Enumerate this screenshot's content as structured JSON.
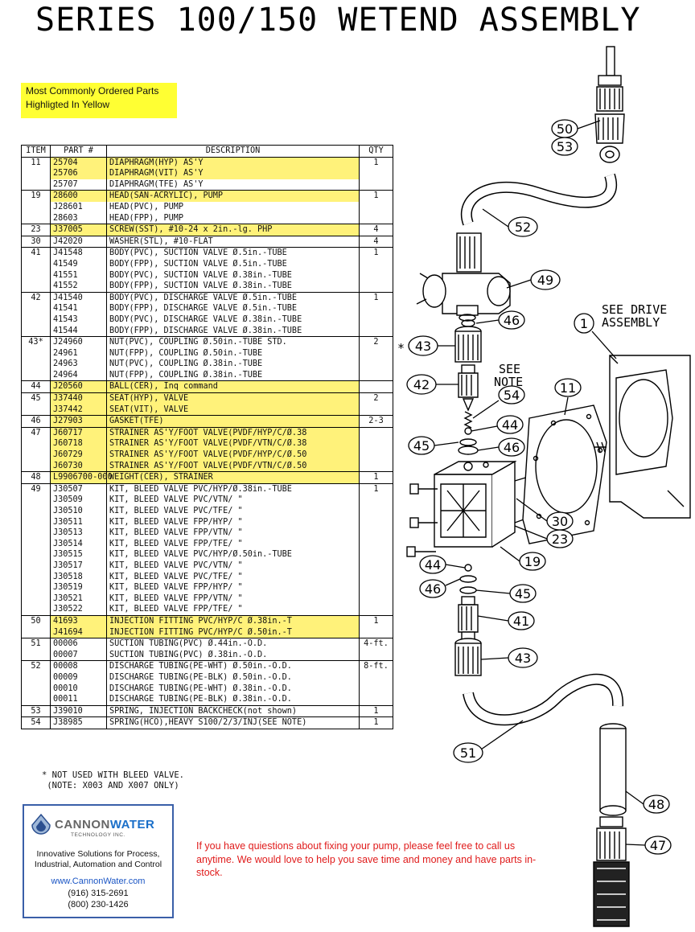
{
  "title": "SERIES 100/150 WETEND ASSEMBLY",
  "highlight_note": [
    "Most Commonly Ordered Parts",
    "Highligted In Yellow"
  ],
  "colors": {
    "highlight": "#fff27a",
    "note_bg": "#ffff33",
    "red_text": "#e01b1b",
    "brand_blue": "#1a6fc9"
  },
  "table": {
    "headers": {
      "item": "ITEM",
      "part": "PART #",
      "desc": "DESCRIPTION",
      "qty": "QTY"
    },
    "rows": [
      {
        "item": "11",
        "part": "25704",
        "desc": "DIAPHRAGM(HYP) AS'Y",
        "qty": "1",
        "hl": true,
        "grp": true
      },
      {
        "item": "",
        "part": "25706",
        "desc": "DIAPHRAGM(VIT) AS'Y",
        "qty": "",
        "hl": true
      },
      {
        "item": "",
        "part": "25707",
        "desc": "DIAPHRAGM(TFE) AS'Y",
        "qty": ""
      },
      {
        "item": "19",
        "part": "28600",
        "desc": "HEAD(SAN-ACRYLIC), PUMP",
        "qty": "1",
        "hl": true,
        "grp": true
      },
      {
        "item": "",
        "part": "J28601",
        "desc": "HEAD(PVC), PUMP",
        "qty": ""
      },
      {
        "item": "",
        "part": "28603",
        "desc": "HEAD(FPP), PUMP",
        "qty": ""
      },
      {
        "item": "23",
        "part": "J37005",
        "desc": "SCREW(SST), #10-24 x 2in.-lg. PHP",
        "qty": "4",
        "hl": true,
        "grp": true
      },
      {
        "item": "30",
        "part": "J42020",
        "desc": "WASHER(STL), #10-FLAT",
        "qty": "4",
        "grp": true
      },
      {
        "item": "41",
        "part": "J41548",
        "desc": "BODY(PVC), SUCTION VALVE Ø.5in.-TUBE",
        "qty": "1",
        "grp": true
      },
      {
        "item": "",
        "part": "41549",
        "desc": "BODY(FPP), SUCTION VALVE Ø.5in.-TUBE",
        "qty": ""
      },
      {
        "item": "",
        "part": "41551",
        "desc": "BODY(PVC), SUCTION VALVE Ø.38in.-TUBE",
        "qty": ""
      },
      {
        "item": "",
        "part": "41552",
        "desc": "BODY(FPP), SUCTION VALVE Ø.38in.-TUBE",
        "qty": ""
      },
      {
        "item": "42",
        "part": "J41540",
        "desc": "BODY(PVC), DISCHARGE VALVE Ø.5in.-TUBE",
        "qty": "1",
        "grp": true
      },
      {
        "item": "",
        "part": "41541",
        "desc": "BODY(FPP), DISCHARGE VALVE Ø.5in.-TUBE",
        "qty": ""
      },
      {
        "item": "",
        "part": "41543",
        "desc": "BODY(PVC), DISCHARGE VALVE Ø.38in.-TUBE",
        "qty": ""
      },
      {
        "item": "",
        "part": "41544",
        "desc": "BODY(FPP), DISCHARGE VALVE Ø.38in.-TUBE",
        "qty": ""
      },
      {
        "item": "43*",
        "part": "J24960",
        "desc": "NUT(PVC), COUPLING Ø.50in.-TUBE STD.",
        "qty": "2",
        "grp": true
      },
      {
        "item": "",
        "part": "24961",
        "desc": "NUT(FPP), COUPLING Ø.50in.-TUBE",
        "qty": ""
      },
      {
        "item": "",
        "part": "24963",
        "desc": "NUT(PVC), COUPLING Ø.38in.-TUBE",
        "qty": ""
      },
      {
        "item": "",
        "part": "24964",
        "desc": "NUT(FPP), COUPLING Ø.38in.-TUBE",
        "qty": ""
      },
      {
        "item": "44",
        "part": "J20560",
        "desc": "BALL(CER), Inq command",
        "qty": "",
        "hl": true,
        "grp": true
      },
      {
        "item": "45",
        "part": "J37440",
        "desc": "SEAT(HYP), VALVE",
        "qty": "2",
        "hl": true,
        "grp": true
      },
      {
        "item": "",
        "part": "J37442",
        "desc": "SEAT(VIT), VALVE",
        "qty": "",
        "hl": true
      },
      {
        "item": "46",
        "part": "J27903",
        "desc": "GASKET(TFE)",
        "qty": "2-3",
        "hl": true,
        "grp": true
      },
      {
        "item": "47",
        "part": "J60717",
        "desc": "STRAINER AS'Y/FOOT VALVE(PVDF/HYP/C/Ø.38",
        "qty": "",
        "hl": true,
        "grp": true
      },
      {
        "item": "",
        "part": "J60718",
        "desc": "STRAINER AS'Y/FOOT VALVE(PVDF/VTN/C/Ø.38",
        "qty": "",
        "hl": true
      },
      {
        "item": "",
        "part": "J60729",
        "desc": "STRAINER AS'Y/FOOT VALVE(PVDF/HYP/C/Ø.50",
        "qty": "",
        "hl": true
      },
      {
        "item": "",
        "part": "J60730",
        "desc": "STRAINER AS'Y/FOOT VALVE(PVDF/VTN/C/Ø.50",
        "qty": "",
        "hl": true
      },
      {
        "item": "48",
        "part": "L9906700-000",
        "desc": "WEIGHT(CER), STRAINER",
        "qty": "1",
        "hl": true,
        "grp": true
      },
      {
        "item": "49",
        "part": "J30507",
        "desc": "KIT, BLEED VALVE PVC/HYP/Ø.38in.-TUBE",
        "qty": "1",
        "grp": true
      },
      {
        "item": "",
        "part": "J30509",
        "desc": "KIT, BLEED VALVE PVC/VTN/      \"",
        "qty": ""
      },
      {
        "item": "",
        "part": "J30510",
        "desc": "KIT, BLEED VALVE PVC/TFE/      \"",
        "qty": ""
      },
      {
        "item": "",
        "part": "J30511",
        "desc": "KIT, BLEED VALVE FPP/HYP/      \"",
        "qty": ""
      },
      {
        "item": "",
        "part": "J30513",
        "desc": "KIT, BLEED VALVE FPP/VTN/      \"",
        "qty": ""
      },
      {
        "item": "",
        "part": "J30514",
        "desc": "KIT, BLEED VALVE FPP/TFE/      \"",
        "qty": ""
      },
      {
        "item": "",
        "part": "J30515",
        "desc": "KIT, BLEED VALVE PVC/HYP/Ø.50in.-TUBE",
        "qty": ""
      },
      {
        "item": "",
        "part": "J30517",
        "desc": "KIT, BLEED VALVE PVC/VTN/      \"",
        "qty": ""
      },
      {
        "item": "",
        "part": "J30518",
        "desc": "KIT, BLEED VALVE PVC/TFE/      \"",
        "qty": ""
      },
      {
        "item": "",
        "part": "J30519",
        "desc": "KIT, BLEED VALVE FPP/HYP/      \"",
        "qty": ""
      },
      {
        "item": "",
        "part": "J30521",
        "desc": "KIT, BLEED VALVE FPP/VTN/      \"",
        "qty": ""
      },
      {
        "item": "",
        "part": "J30522",
        "desc": "KIT, BLEED VALVE FPP/TFE/      \"",
        "qty": ""
      },
      {
        "item": "50",
        "part": "41693",
        "desc": "INJECTION FITTING PVC/HYP/C Ø.38in.-T",
        "qty": "1",
        "hl": true,
        "grp": true
      },
      {
        "item": "",
        "part": "J41694",
        "desc": "INJECTION FITTING PVC/HYP/C Ø.50in.-T",
        "qty": "",
        "hl": true
      },
      {
        "item": "51",
        "part": "00006",
        "desc": "SUCTION TUBING(PVC) Ø.44in.-O.D.",
        "qty": "4-ft.",
        "grp": true
      },
      {
        "item": "",
        "part": "00007",
        "desc": "SUCTION TUBING(PVC) Ø.38in.-O.D.",
        "qty": ""
      },
      {
        "item": "52",
        "part": "00008",
        "desc": "DISCHARGE TUBING(PE-WHT) Ø.50in.-O.D.",
        "qty": "8-ft.",
        "grp": true
      },
      {
        "item": "",
        "part": "00009",
        "desc": "DISCHARGE TUBING(PE-BLK) Ø.50in.-O.D.",
        "qty": ""
      },
      {
        "item": "",
        "part": "00010",
        "desc": "DISCHARGE TUBING(PE-WHT) Ø.38in.-O.D.",
        "qty": ""
      },
      {
        "item": "",
        "part": "00011",
        "desc": "DISCHARGE TUBING(PE-BLK) Ø.38in.-O.D.",
        "qty": ""
      },
      {
        "item": "53",
        "part": "J39010",
        "desc": "SPRING, INJECTION BACKCHECK(not shown)",
        "qty": "1",
        "grp": true
      },
      {
        "item": "54",
        "part": "J38985",
        "desc": "SPRING(HCO),HEAVY S100/2/3/INJ(SEE NOTE)",
        "qty": "1",
        "grp": true
      }
    ]
  },
  "footnote": [
    "* NOT USED WITH BLEED VALVE.",
    "(NOTE: X003 AND X007 ONLY)"
  ],
  "logo": {
    "name_a": "CANNON",
    "name_b": "WATER",
    "sub": "TECHNOLOGY INC.",
    "tagline": [
      "Innovative Solutions for Process,",
      "Industrial, Automation and Control"
    ],
    "url": "www.CannonWater.com",
    "phone1": "(916) 315-2691",
    "phone2": "(800) 230-1426"
  },
  "contact_note": "If you have quiestions about fixing your pump, please feel free to call us anytime.  We would love to help you save time and money and have parts in-stock.",
  "diagram": {
    "labels": {
      "see_drive": [
        "SEE DRIVE",
        "ASSEMBLY"
      ],
      "see_note": [
        "SEE",
        "NOTE"
      ],
      "star": "*"
    },
    "callouts": [
      "50",
      "53",
      "52",
      "49",
      "46",
      "43",
      "1",
      "42",
      "54",
      "11",
      "44",
      "45",
      "46",
      "30",
      "23",
      "19",
      "44",
      "46",
      "45",
      "41",
      "43",
      "51",
      "48",
      "47"
    ]
  }
}
